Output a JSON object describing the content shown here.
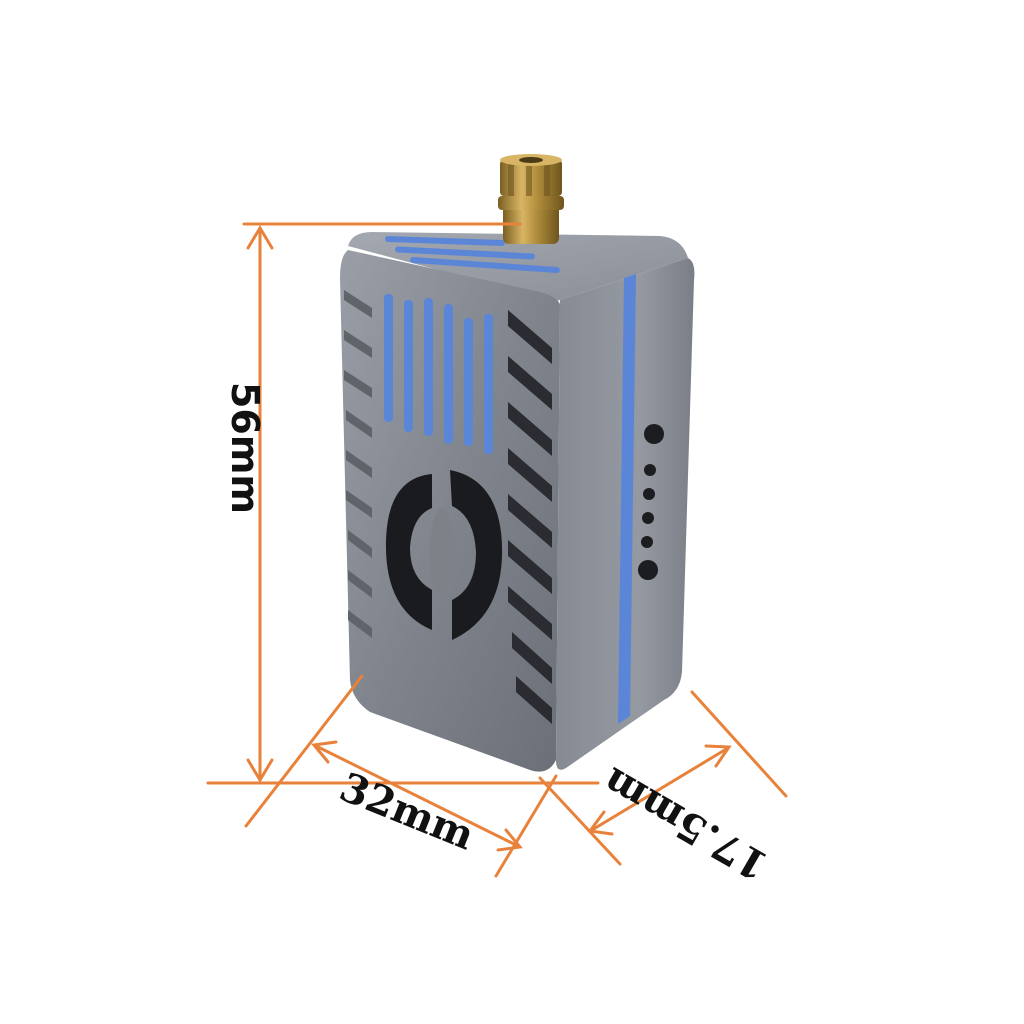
{
  "dimensions": {
    "height_label": "56mm",
    "width_label": "32mm",
    "depth_label": "17.5mm"
  },
  "colors": {
    "dimension_line": "#e8823a",
    "accent_stripe": "#5b86d8",
    "case_metal": "#7d8188",
    "connector": "#b08d3c"
  }
}
